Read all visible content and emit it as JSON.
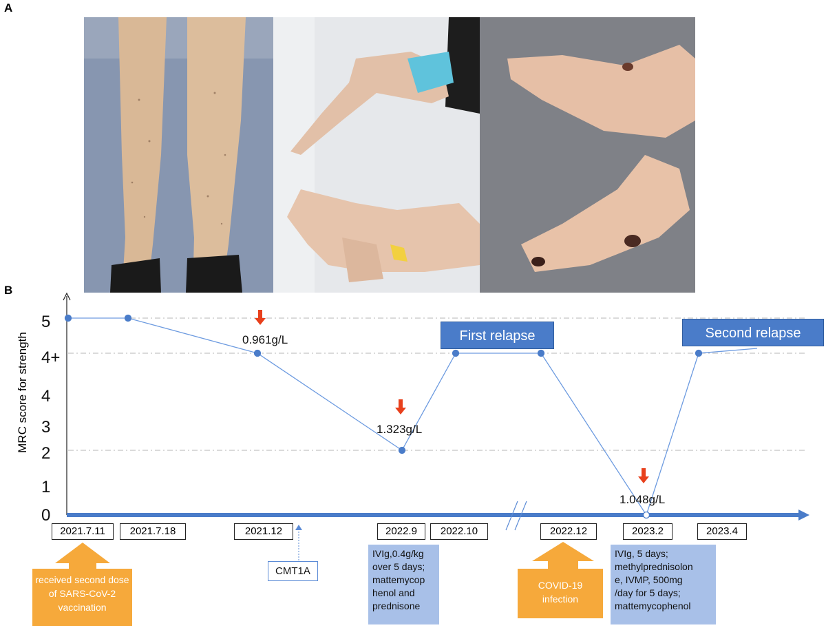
{
  "panel_labels": {
    "a": "A",
    "b": "B"
  },
  "photos": [
    {
      "name": "legs-photo",
      "description_icon": "lower-legs-photo"
    },
    {
      "name": "hands-photo",
      "description_icon": "hands-photo"
    },
    {
      "name": "feet-photo",
      "description_icon": "feet-ulcers-photo"
    }
  ],
  "chart_data": {
    "type": "line",
    "ylabel": "MRC score for strength",
    "y_ticks": [
      "0",
      "1",
      "2",
      "3",
      "4",
      "4+",
      "5"
    ],
    "x_dates": [
      "2021.7.11",
      "2021.7.18",
      "2021.12",
      "2022.9",
      "2022.10",
      "2022.12",
      "2023.2",
      "2023.4"
    ],
    "series": [
      {
        "values": [
          5,
          5,
          "4+",
          2,
          "4+",
          "4+",
          0,
          "4+"
        ]
      }
    ],
    "point_annotations": [
      {
        "date": "2021.12",
        "text": "0.961g/L"
      },
      {
        "date": "2022.9",
        "text": "1.323g/L"
      },
      {
        "date": "2023.2",
        "text": "1.048g/L"
      }
    ],
    "axis_break_between": [
      "2022.10",
      "2022.12"
    ],
    "gridlines": [
      "5",
      "4+",
      "2"
    ],
    "accent_colors": {
      "line": "#6d9be0",
      "marker": "#4a7cc9",
      "arrow": "#e8401c",
      "orange": "#f6a93b",
      "box_blue": "#a8c0e8"
    }
  },
  "relapse_labels": {
    "first": "First relapse",
    "second": "Second relapse"
  },
  "events": {
    "vaccination": "received second dose of SARS-CoV-2 vaccination",
    "cmt": "CMT1A",
    "covid": "COVID-19 infection"
  },
  "treatments": {
    "t2022_9": [
      "IVIg,0.4g/kg",
      "over 5 days;",
      "mattemycop",
      "henol and",
      "prednisone"
    ],
    "t2023_2": [
      "IVIg, 5 days;",
      "methylprednisolon",
      "e, IVMP, 500mg",
      "/day for 5 days;",
      "mattemycophenol"
    ]
  }
}
